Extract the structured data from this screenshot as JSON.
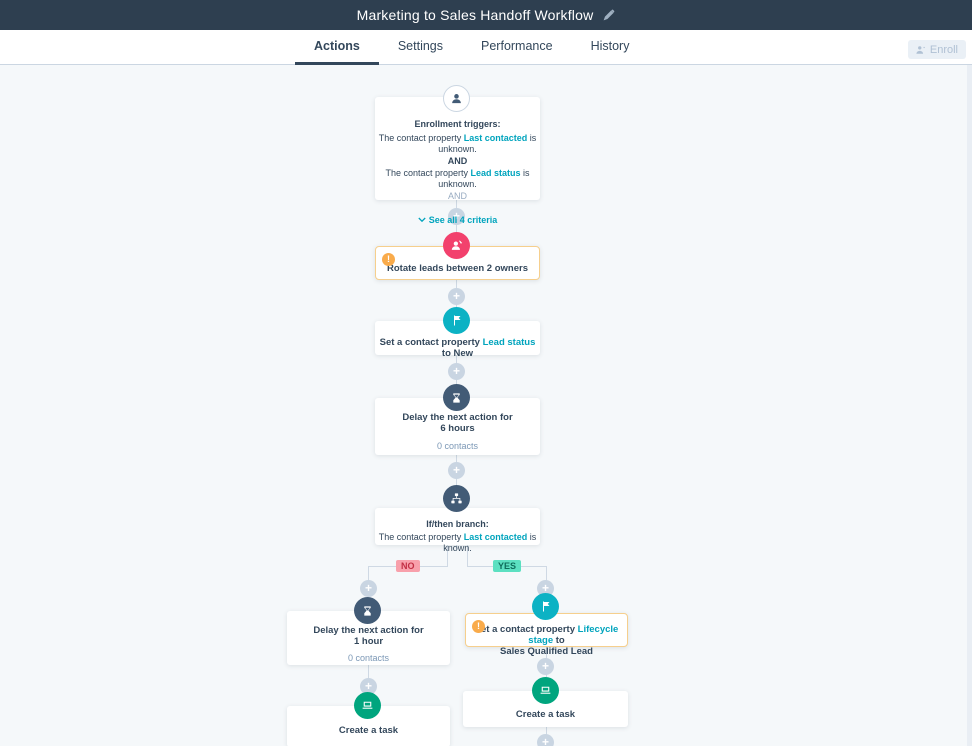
{
  "header": {
    "title": "Marketing to Sales Handoff Workflow"
  },
  "tabs": {
    "actions": "Actions",
    "settings": "Settings",
    "performance": "Performance",
    "history": "History"
  },
  "toolbar": {
    "enroll_label": "Enroll"
  },
  "trigger": {
    "title": "Enrollment triggers:",
    "cond1_prefix": "The contact property ",
    "cond1_link": "Last contacted",
    "cond1_suffix": " is unknown.",
    "and_bold": "AND",
    "cond2_prefix": "The contact property ",
    "cond2_link": "Lead status",
    "cond2_suffix": " is unknown.",
    "and_muted": "AND",
    "see_all": "See all 4 criteria"
  },
  "rotate": {
    "label": "Rotate leads between 2 owners",
    "warning": "!"
  },
  "set_lead_status": {
    "prefix": "Set a contact property ",
    "link": "Lead status",
    "suffix": " to New"
  },
  "delay6": {
    "line1": "Delay the next action for",
    "line2": "6 hours",
    "contacts": "0 contacts"
  },
  "ifthen": {
    "title": "If/then branch:",
    "prefix": "The contact property ",
    "link": "Last contacted",
    "suffix": " is known."
  },
  "branches": {
    "no": "NO",
    "yes": "YES"
  },
  "delay1": {
    "line1": "Delay the next action for",
    "line2": "1 hour",
    "contacts": "0 contacts"
  },
  "set_lifecycle": {
    "prefix": "Set a contact property ",
    "link": "Lifecycle stage",
    "mid": " to",
    "line2": "Sales Qualified Lead",
    "warning": "!"
  },
  "task_left": {
    "label": "Create a task"
  },
  "task_right": {
    "label": "Create a task"
  },
  "colors": {
    "header_bg": "#2e3f50",
    "canvas_bg": "#f5f8fa",
    "accent_teal": "#00a4bd",
    "pink_icon": "#f2416d",
    "navy_icon": "#425b76",
    "green_icon": "#00a57e",
    "orange_badge": "#f9ab4b",
    "warning_border": "#f6cf8d",
    "no_bg": "#f8a0ab",
    "no_text": "#c22f44",
    "yes_bg": "#5ce0c1",
    "yes_text": "#0f6e5c"
  }
}
